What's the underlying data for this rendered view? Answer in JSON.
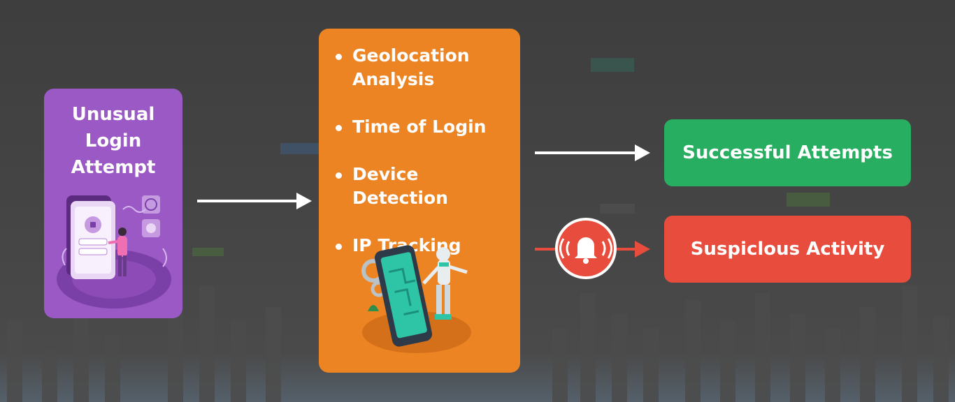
{
  "flow": {
    "start": {
      "title": "Unusual Login Attempt"
    },
    "checks": [
      {
        "label": "Geolocation Analysis"
      },
      {
        "label": "Time of Login"
      },
      {
        "label": "Device Detection"
      },
      {
        "label": "IP Tracking"
      }
    ],
    "outcomes": {
      "success": "Successful Attempts",
      "suspicious": "Suspiclous Activity"
    }
  },
  "colors": {
    "start_card": "#9b59c5",
    "checks_card": "#ec8424",
    "success": "#27ae60",
    "suspicious": "#e74c3c",
    "arrow_neutral": "#ffffff",
    "arrow_alert": "#e74c3c"
  },
  "icons": {
    "start_illustration": "phone-fingerprint-login-illustration",
    "checks_illustration": "robot-phone-circuit-illustration",
    "alert": "bell-alarm-icon"
  }
}
